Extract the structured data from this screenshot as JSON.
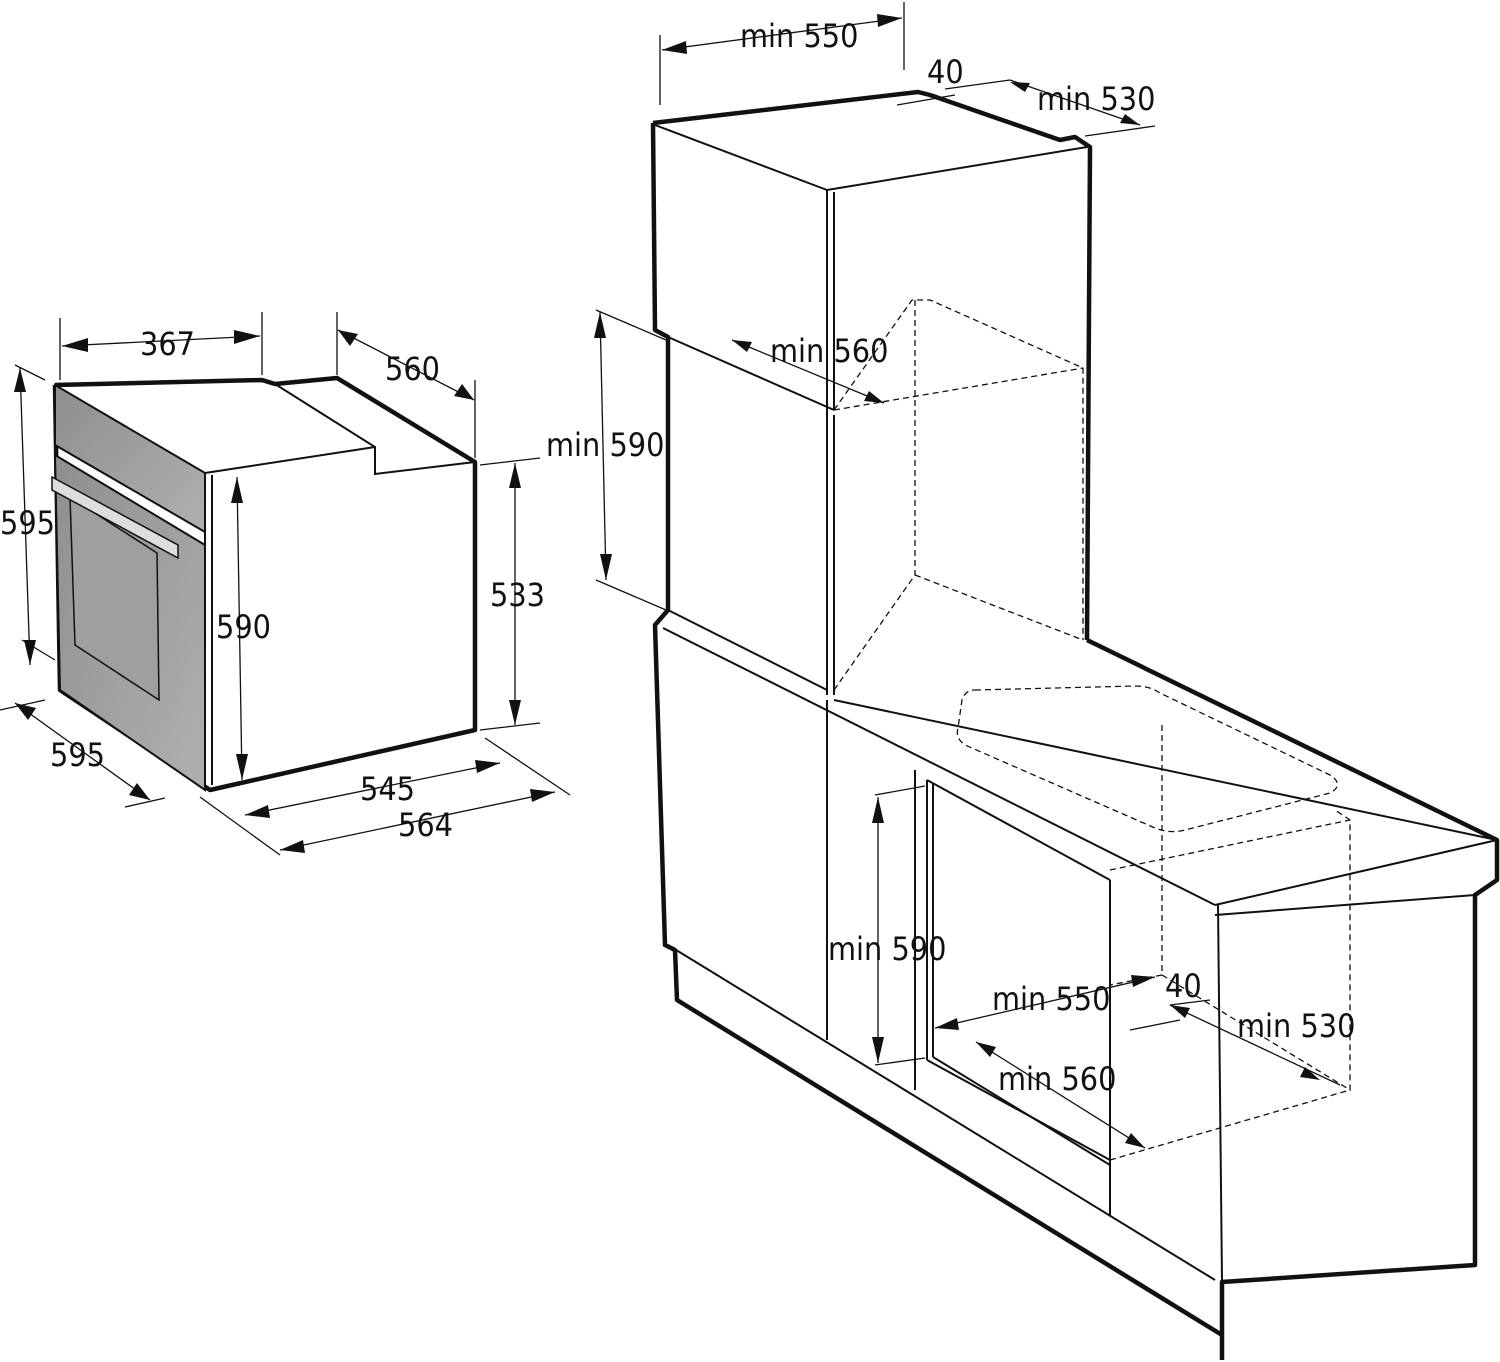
{
  "diagram": {
    "title": "Built-in oven dimensions and installation diagram",
    "units": "mm",
    "oven": {
      "dimensions": {
        "control_panel_depth": "367",
        "top_depth": "560",
        "overall_height": "595",
        "front_height": "590",
        "rear_height": "533",
        "front_width": "595",
        "body_width": "545",
        "overall_width": "564"
      }
    },
    "tall_cabinet_installation": {
      "top_width": "min 550",
      "rear_gap": "40",
      "top_depth": "min 530",
      "niche_width": "min 560",
      "niche_height": "min 590"
    },
    "under_counter_installation": {
      "niche_height": "min 590",
      "niche_width": "min 550",
      "rear_gap": "40",
      "niche_depth": "min 530",
      "front_width": "min 560"
    }
  }
}
